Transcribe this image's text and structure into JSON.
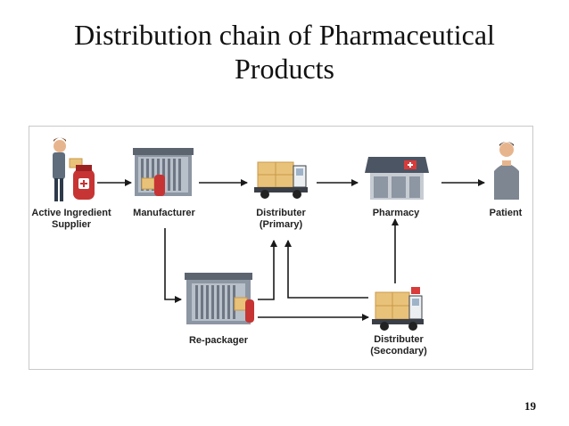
{
  "slide": {
    "title_line1": "Distribution chain of Pharmaceutical",
    "title_line2": "Products",
    "page_number": "19"
  },
  "diagram": {
    "nodes": {
      "supplier": "Active Ingredient\nSupplier",
      "manufacturer": "Manufacturer",
      "distributor_primary": "Distributer\n(Primary)",
      "pharmacy": "Pharmacy",
      "patient": "Patient",
      "repackager": "Re-packager",
      "distributor_secondary": "Distributer\n(Secondary)"
    },
    "icons": {
      "supplier": "person-with-medicine-bottle-icon",
      "manufacturer": "factory-icon",
      "distributor_primary": "delivery-truck-icon",
      "pharmacy": "pharmacy-store-icon",
      "patient": "patient-icon",
      "repackager": "repackaging-warehouse-icon",
      "distributor_secondary": "delivery-truck-icon"
    },
    "colors": {
      "arrow": "#1a1a1a",
      "accent_red": "#d93a3a",
      "box_tan": "#e9c27a",
      "building_gray": "#8d96a3"
    }
  }
}
